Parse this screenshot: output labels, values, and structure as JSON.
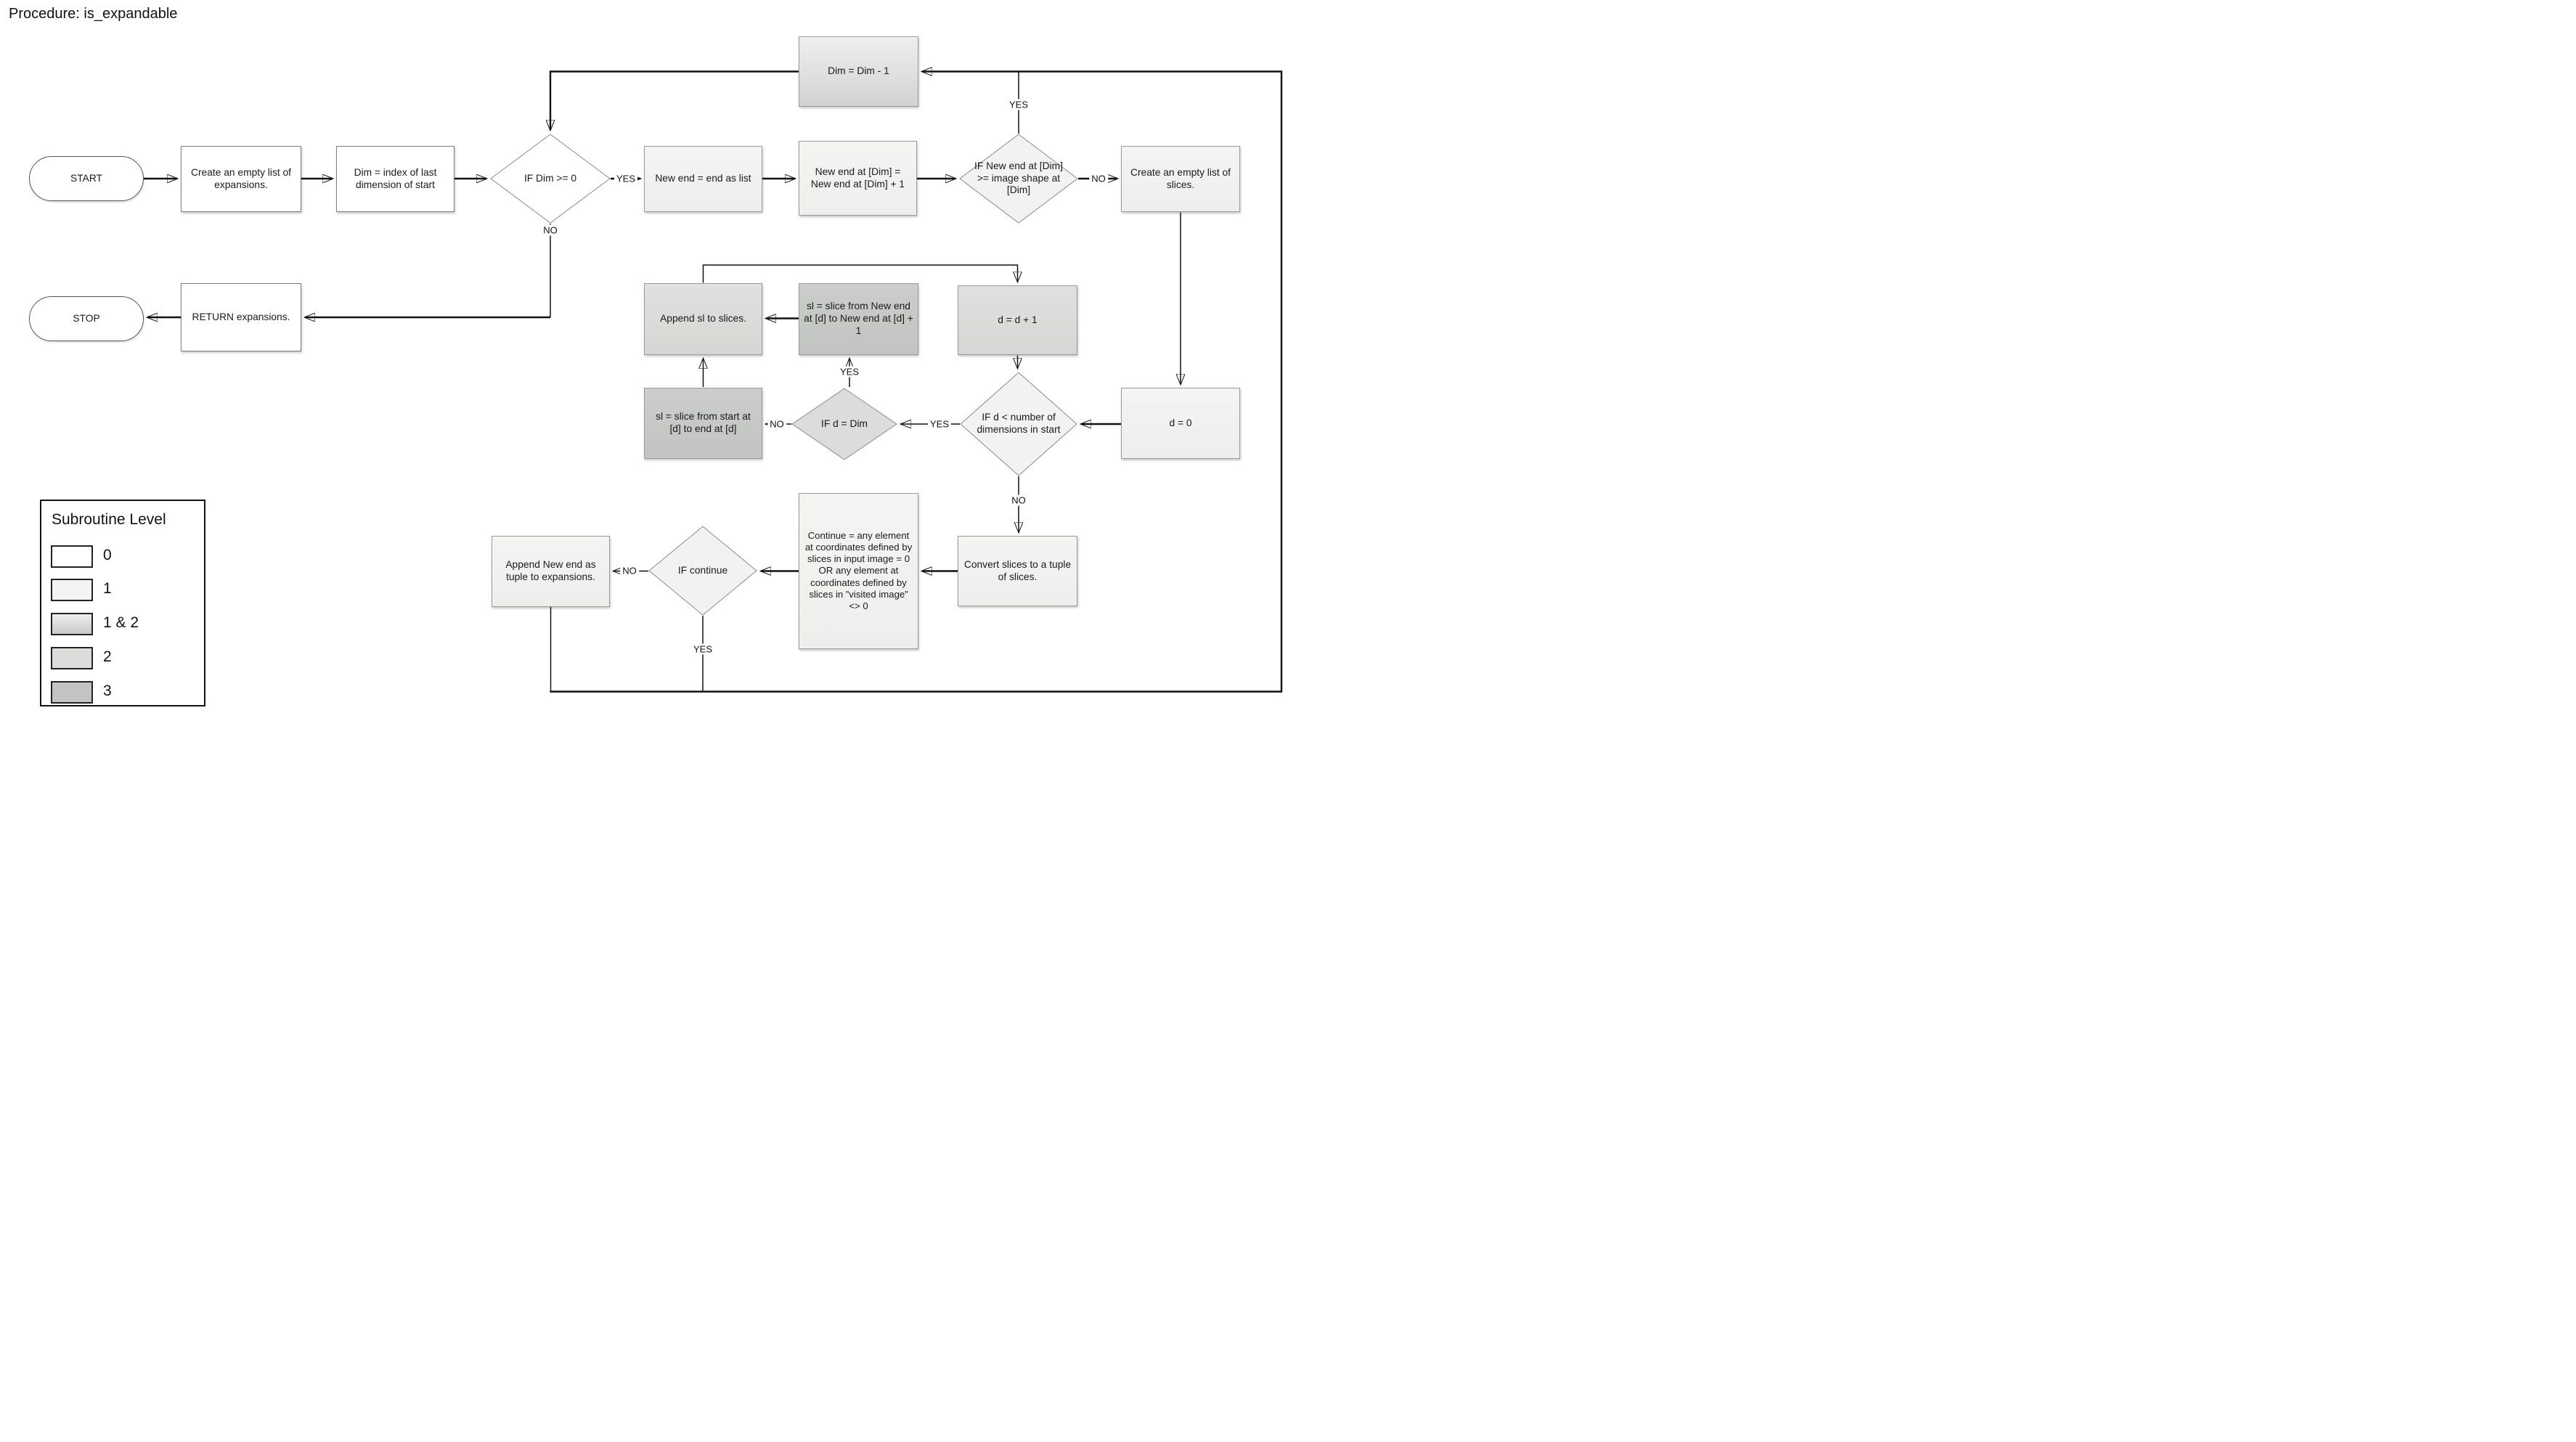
{
  "title": "Procedure: is_expandable",
  "nodes": {
    "start": {
      "label": "START",
      "level": "0"
    },
    "create_expansions": {
      "label": "Create an empty list of expansions.",
      "level": "0"
    },
    "dim_index": {
      "label": "Dim = index of last dimension of start",
      "level": "0"
    },
    "if_dim": {
      "label": "IF Dim >= 0",
      "level": "0"
    },
    "new_end_list": {
      "label": "New end = end as list",
      "level": "1"
    },
    "new_end_inc": {
      "label": "New end at [Dim] = New end at [Dim] + 1",
      "level": "1"
    },
    "if_new_end": {
      "label": "IF New end at [Dim] >= image shape at [Dim]",
      "level": "1"
    },
    "create_slices": {
      "label": "Create an empty list of slices.",
      "level": "1"
    },
    "dim_dec": {
      "label": "Dim = Dim - 1",
      "level": "1 & 2"
    },
    "stop": {
      "label": "STOP",
      "level": "0"
    },
    "return_expansions": {
      "label": "RETURN expansions.",
      "level": "0"
    },
    "append_sl": {
      "label": "Append sl to slices.",
      "level": "2"
    },
    "sl_new_end": {
      "label": "sl = slice from New end at [d] to New end at [d] + 1",
      "level": "3"
    },
    "d_inc": {
      "label": "d = d + 1",
      "level": "2"
    },
    "sl_start": {
      "label": "sl = slice from start at [d] to end at [d]",
      "level": "3"
    },
    "if_d_dim": {
      "label": "IF d = Dim",
      "level": "2"
    },
    "if_d_less": {
      "label": "IF d < number of dimensions in start",
      "level": "1"
    },
    "d_zero": {
      "label": "d = 0",
      "level": "1"
    },
    "append_new_end": {
      "label": "Append New end as tuple to expansions.",
      "level": "1"
    },
    "if_continue": {
      "label": "IF continue",
      "level": "1"
    },
    "continue_calc": {
      "label": "Continue = any element at coordinates defined by slices in input image = 0 OR any element at coordinates defined by slices in ”visited image” <> 0",
      "level": "1"
    },
    "convert_slices": {
      "label": "Convert slices to a tuple of slices.",
      "level": "1"
    }
  },
  "edge_labels": {
    "yes_if_dim": "YES",
    "no_if_dim": "NO",
    "yes_if_new_end": "YES",
    "no_if_new_end": "NO",
    "yes_if_d_less": "YES",
    "no_if_d_less": "NO",
    "yes_if_d_dim": "YES",
    "no_if_d_dim": "NO",
    "yes_if_continue": "YES",
    "no_if_continue": "NO"
  },
  "legend": {
    "title": "Subroutine Level",
    "items": [
      {
        "label": "0"
      },
      {
        "label": "1"
      },
      {
        "label": "1 & 2"
      },
      {
        "label": "2"
      },
      {
        "label": "3"
      }
    ]
  },
  "colors": {
    "level0": "#ffffff",
    "level1": "#f2f2f0",
    "level1_2": "#d9d9d9",
    "level2": "#dcddda",
    "level3": "#c2c4c1",
    "line": "#111111"
  }
}
